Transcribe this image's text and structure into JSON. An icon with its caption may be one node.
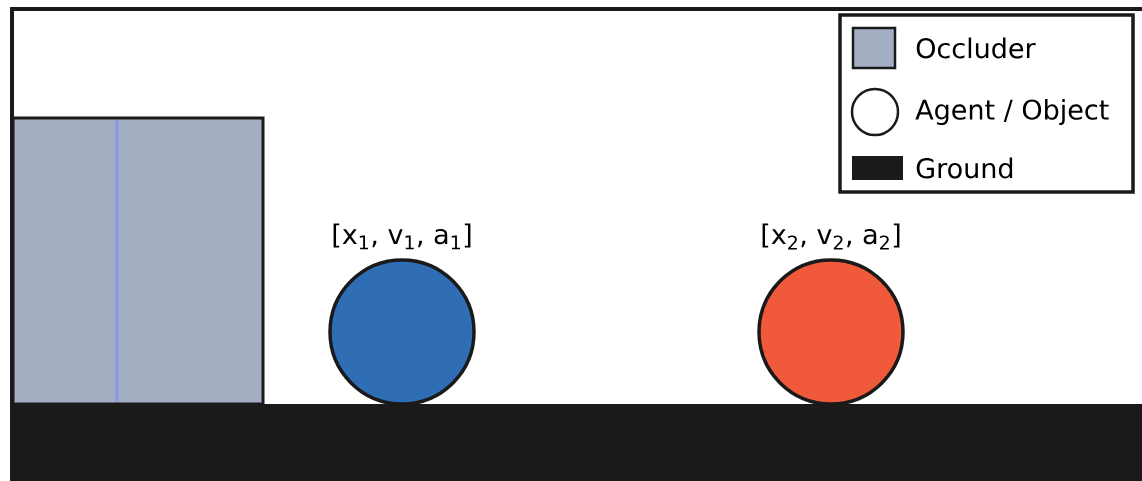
{
  "diagram": {
    "nodes": [
      {
        "text": [],
        "shape": "box"
      },
      {
        "text": [],
        "shape": "bar"
      },
      {
        "text": [
          "[x$_{1}$, v$_{1}$, a$_{1}$]"
        ]
      },
      {
        "text": [
          "[x$_{2}$, v$_{2}$, a$_{2}$]"
        ]
      }
    ],
    "legend": [
      {
        "text": "Occluder",
        "color": "#a4aec2"
      },
      {
        "text": "Agent / Object"
      },
      {
        "text": "Ground",
        "color": "#1a1a1a"
      }
    ]
  }
}
